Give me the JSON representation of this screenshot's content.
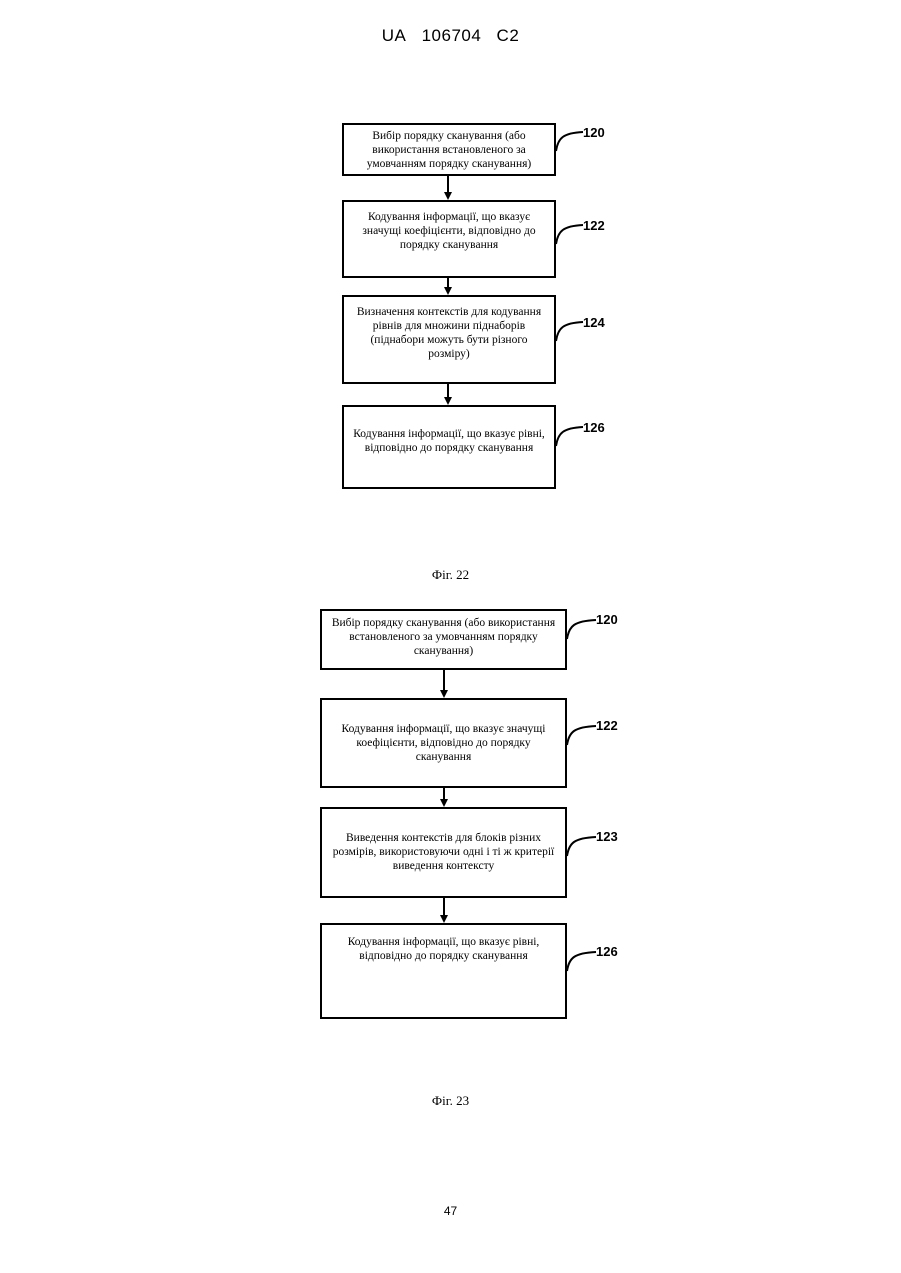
{
  "header": {
    "country": "UA",
    "number": "106704",
    "kind": "C2"
  },
  "fig22": {
    "caption": "Фіг. 22",
    "steps": [
      {
        "text": "Вибір порядку сканування (або використання встановленого за умовчанням порядку сканування)",
        "ref": "120"
      },
      {
        "text": "Кодування інформації, що вказує значущі коефіцієнти, відповідно до порядку сканування",
        "ref": "122"
      },
      {
        "text": "Визначення контекстів для кодування рівнів для множини піднаборів (піднабори можуть бути різного розміру)",
        "ref": "124"
      },
      {
        "text": "Кодування інформації, що вказує рівні, відповідно до порядку сканування",
        "ref": "126"
      }
    ]
  },
  "fig23": {
    "caption": "Фіг. 23",
    "steps": [
      {
        "text": "Вибір порядку сканування (або використання встановленого за умовчанням порядку сканування)",
        "ref": "120"
      },
      {
        "text": "Кодування інформації, що вказує значущі коефіцієнти, відповідно до порядку сканування",
        "ref": "122"
      },
      {
        "text": "Виведення контекстів для блоків різних розмірів, використовуючи одні і ті ж критерії виведення контексту",
        "ref": "123"
      },
      {
        "text": "Кодування інформації, що вказує рівні, відповідно до порядку сканування",
        "ref": "126"
      }
    ]
  },
  "page_number": "47"
}
